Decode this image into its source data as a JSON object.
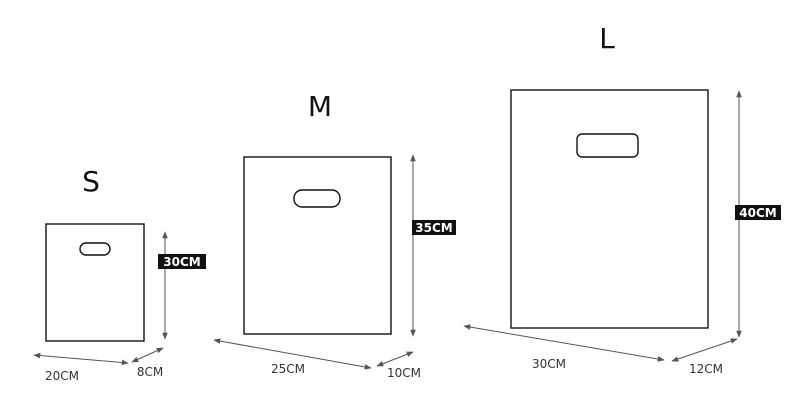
{
  "bags": [
    {
      "size": "S",
      "height_label": "30CM",
      "width_label": "20CM",
      "depth_label": "8CM"
    },
    {
      "size": "M",
      "height_label": "35CM",
      "width_label": "25CM",
      "depth_label": "10CM"
    },
    {
      "size": "L",
      "height_label": "40CM",
      "width_label": "30CM",
      "depth_label": "12CM"
    }
  ],
  "colors": {
    "outline": "#111111",
    "dimension": "#555555",
    "tag_background": "#111111",
    "tag_text": "#ffffff"
  }
}
